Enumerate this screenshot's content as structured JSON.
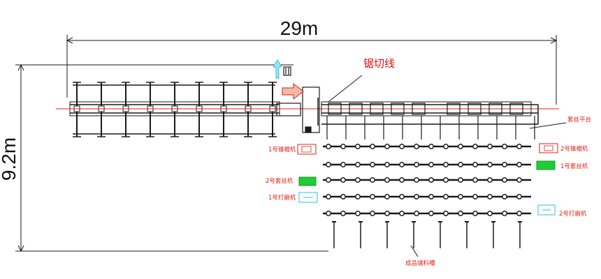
{
  "dimensions": {
    "length": "29m",
    "width": "9.2m"
  },
  "labels": {
    "saw_line": "锯切线",
    "threading_platform": "套丝平台",
    "cap_machine_1": "1号锥帽机",
    "cap_machine_2": "2号锥帽机",
    "threading_machine_1": "1号套丝机",
    "threading_machine_2": "2号套丝机",
    "grinder_1": "1号打磨机",
    "grinder_2": "2号打磨机",
    "storage_rack": "成品储料槽"
  },
  "colors": {
    "line": "#1a1a1a",
    "label": "#e0201a",
    "centerline": "#e0201a",
    "arrow_fill": "#f4b9a6",
    "cyan": "#26c6da",
    "green": "#22cc33"
  }
}
